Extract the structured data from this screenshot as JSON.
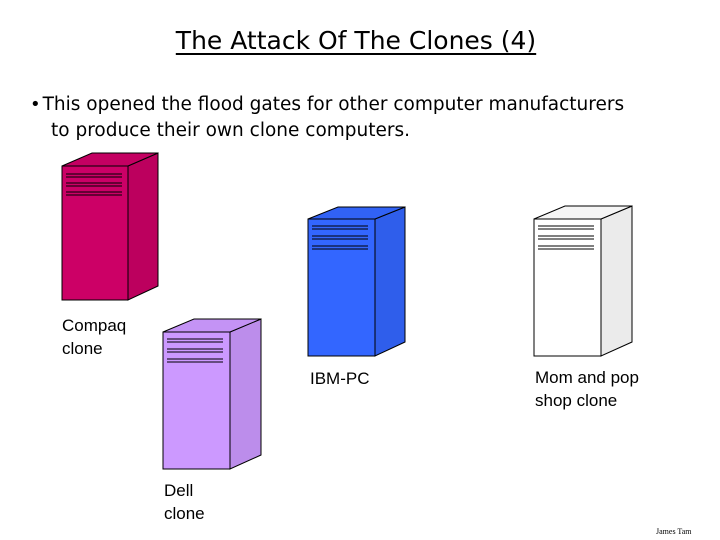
{
  "slide": {
    "title": "The Attack Of The Clones (4)",
    "bullet_line1": "This opened the flood gates for other computer manufacturers",
    "bullet_line2": "to produce their own clone computers.",
    "credit": "James Tam"
  },
  "computers": [
    {
      "label": "Compaq\nclone",
      "color": "#cc0066"
    },
    {
      "label": "IBM-PC",
      "color": "#3366ff"
    },
    {
      "label": "Mom and pop\nshop clone",
      "color": "#ffffff"
    },
    {
      "label": "Dell\nclone",
      "color": "#cc99ff"
    }
  ]
}
